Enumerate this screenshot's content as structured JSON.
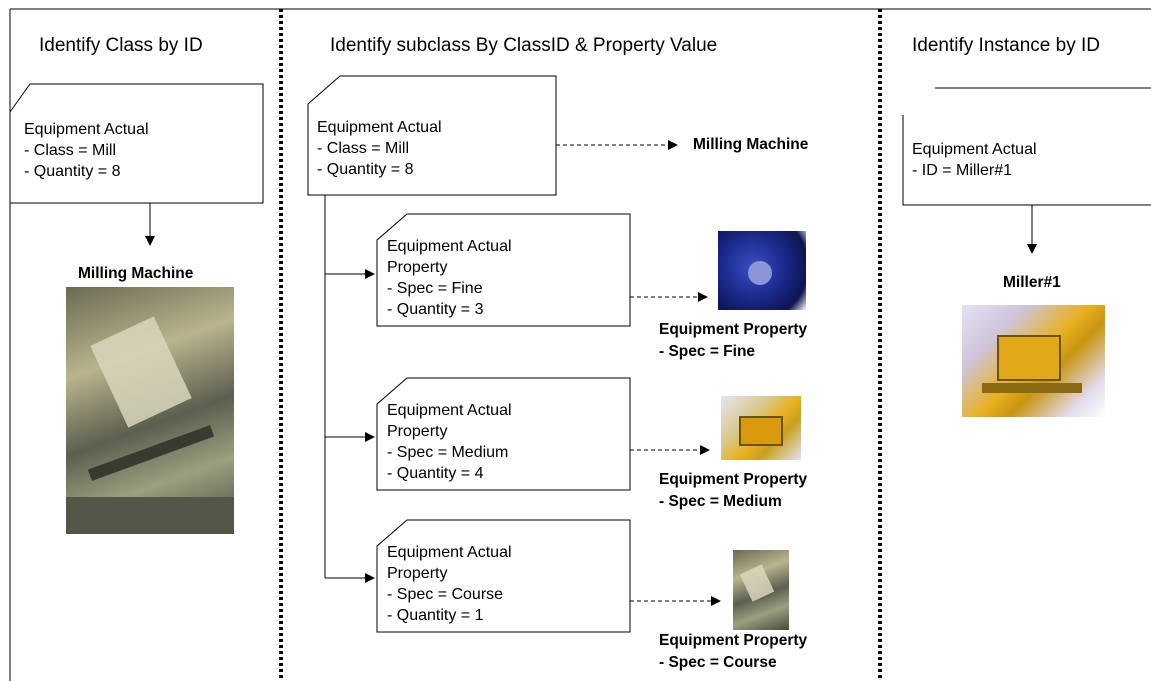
{
  "sections": {
    "class_by_id": "Identify Class by ID",
    "subclass": "Identify subclass By ClassID & Property Value",
    "instance": "Identify Instance by ID"
  },
  "class_box": {
    "line1": "Equipment Actual",
    "line2": "- Class = Mill",
    "line3": "- Quantity = 8"
  },
  "class_result": "Milling Machine",
  "subclass_box": {
    "line1": "Equipment Actual",
    "line2": "- Class = Mill",
    "line3": "- Quantity = 8"
  },
  "subclass_result": "Milling Machine",
  "properties": [
    {
      "line1": "Equipment Actual",
      "line2": "Property",
      "line3": "- Spec = Fine",
      "line4": "- Quantity = 3",
      "result1": "Equipment Property",
      "result2": "- Spec = Fine"
    },
    {
      "line1": "Equipment Actual",
      "line2": "Property",
      "line3": "- Spec = Medium",
      "line4": "- Quantity = 4",
      "result1": "Equipment Property",
      "result2": "- Spec = Medium"
    },
    {
      "line1": "Equipment Actual",
      "line2": "Property",
      "line3": "- Spec = Course",
      "line4": "- Quantity = 1",
      "result1": "Equipment Property",
      "result2": "- Spec = Course"
    }
  ],
  "instance_box": {
    "line1": "Equipment Actual",
    "line2": "- ID = Miller#1"
  },
  "instance_result": "Miller#1",
  "colors": {
    "machine_blue": "#1b2a8c",
    "machine_yellow": "#e8b020",
    "photo_gray": "#8a8f7a"
  }
}
